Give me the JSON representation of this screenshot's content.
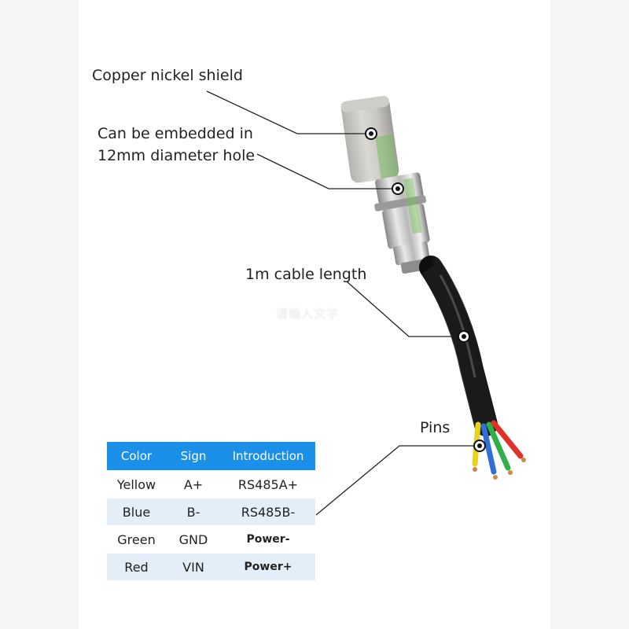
{
  "labels": {
    "shield": "Copper nickel shield",
    "embed_line1": "Can be embedded in",
    "embed_line2": "12mm diameter hole",
    "cable": "1m cable length",
    "pins": "Pins",
    "watermark": "请输入文字"
  },
  "table": {
    "headers": [
      "Color",
      "Sign",
      "Introduction"
    ],
    "rows": [
      {
        "color": "Yellow",
        "sign": "A+",
        "intro": "RS485A+"
      },
      {
        "color": "Blue",
        "sign": "B-",
        "intro": "RS485B-"
      },
      {
        "color": "Green",
        "sign": "GND",
        "intro": "Power-"
      },
      {
        "color": "Red",
        "sign": "VIN",
        "intro": "Power+"
      }
    ]
  },
  "colors": {
    "header_bg": "#1a90e8",
    "wire_yellow": "#e8d21a",
    "wire_blue": "#2f6fd6",
    "wire_green": "#2fb04a",
    "wire_red": "#e0302a"
  }
}
